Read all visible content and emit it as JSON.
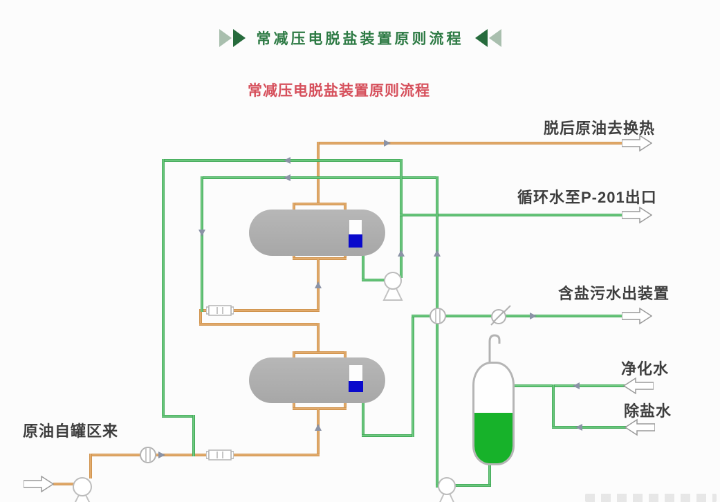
{
  "header": {
    "banner_title": "常减压电脱盐装置原则流程",
    "subtitle": "常减压电脱盐装置原则流程"
  },
  "stream_labels": {
    "desalted_crude_out": "脱后原油去换热",
    "circulating_water_out": "循环水至P-201出口",
    "salty_water_out": "含盐污水出装置",
    "purified_water_in": "净化水",
    "demineralized_water_in": "除盐水",
    "crude_feed_in": "原油自罐区来"
  },
  "icons": {
    "banner_left": "double-right-triangles-icon",
    "banner_right": "double-left-triangles-icon",
    "pump": "centrifugal-pump-icon",
    "inline_valve": "circle-valve-icon",
    "control_valve": "control-valve-icon",
    "static_mixer": "inline-mixer-icon",
    "flow_direction": "flow-arrow-tick-icon",
    "stream_arrow": "hollow-arrow-icon",
    "vent": "gooseneck-vent-icon"
  },
  "colors": {
    "oil_line": "#d79a52",
    "water_line": "#3aa655",
    "vessel_body": "#aeaeae",
    "level_gauge_blue": "#0909cc",
    "drum_liquid": "#17b22a",
    "banner_green": "#2d7a44",
    "banner_triangle_light": "#a9bfae",
    "subtitle_red": "#d6505c",
    "label_text": "#3e3e3e",
    "symbol_outline": "#b3b3b3"
  }
}
